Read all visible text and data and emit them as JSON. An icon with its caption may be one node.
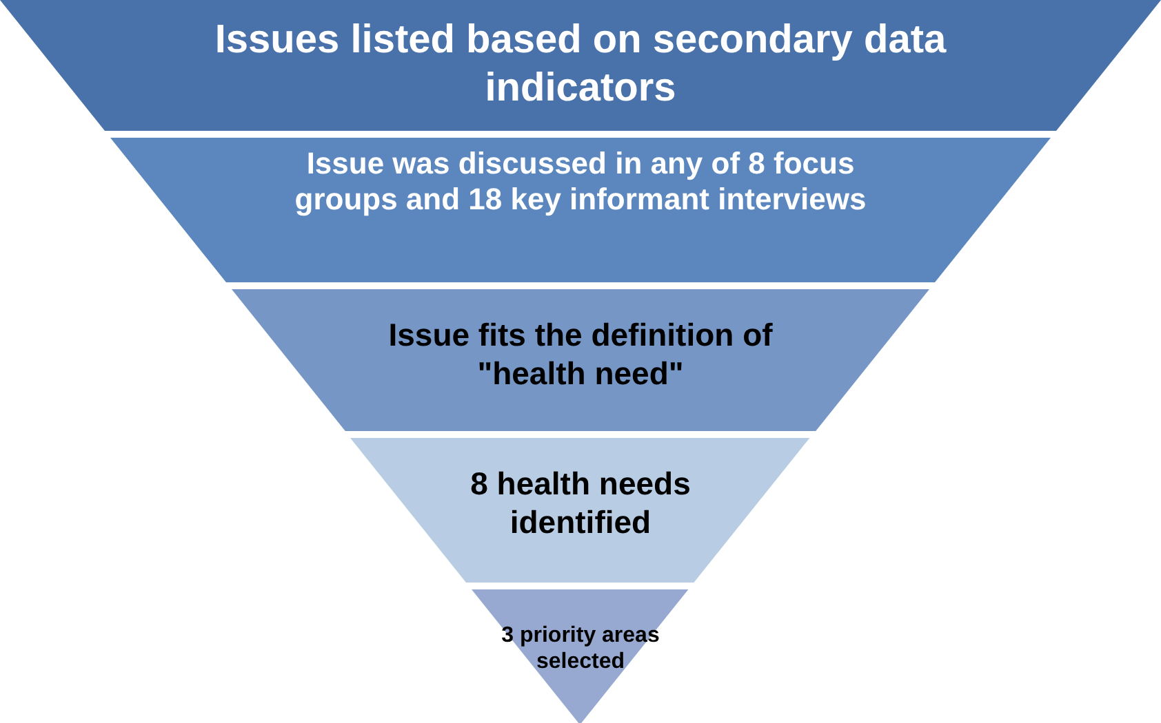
{
  "diagram": {
    "nodes": [
      {
        "text": [
          "Issues listed based on secondary data indicators"
        ]
      },
      {
        "text": [
          "Issue was discussed in any of 8 focus groups and 18 key informant interviews"
        ]
      },
      {
        "text": [
          "Issue fits the definition of \"health need\""
        ]
      },
      {
        "text": [
          "8 health needs identified"
        ]
      },
      {
        "text": [
          "3 priority areas selected"
        ]
      }
    ]
  }
}
